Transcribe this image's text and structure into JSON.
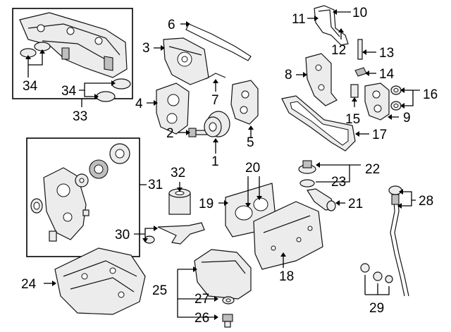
{
  "callouts": {
    "c1": "1",
    "c2": "2",
    "c3": "3",
    "c4": "4",
    "c5": "5",
    "c6": "6",
    "c7": "7",
    "c8": "8",
    "c9": "9",
    "c10": "10",
    "c11": "11",
    "c12": "12",
    "c13": "13",
    "c14": "14",
    "c15": "15",
    "c16": "16",
    "c17": "17",
    "c18": "18",
    "c19": "19",
    "c20": "20",
    "c21": "21",
    "c22": "22",
    "c23": "23",
    "c24": "24",
    "c25": "25",
    "c26": "26",
    "c27": "27",
    "c28": "28",
    "c29": "29",
    "c30": "30",
    "c31": "31",
    "c32": "32",
    "c33": "33",
    "c34a": "34",
    "c34b": "34"
  },
  "colors": {
    "line": "#000000",
    "part_fill": "#ececec",
    "background": "#ffffff"
  }
}
